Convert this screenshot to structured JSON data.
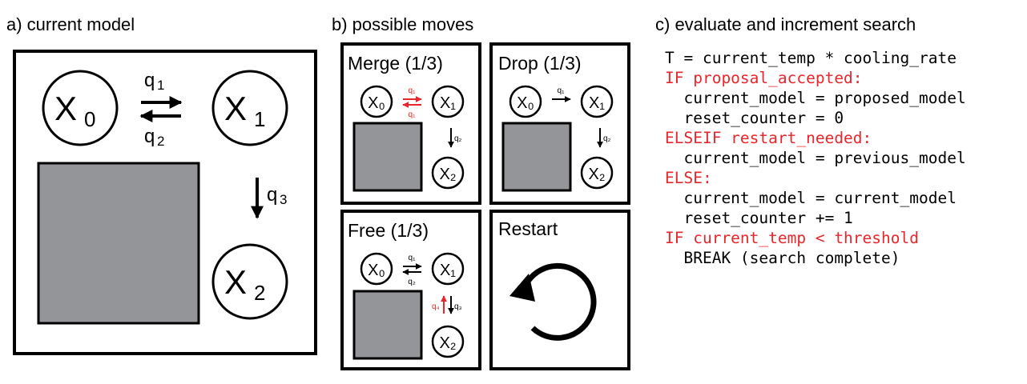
{
  "panels": {
    "a": {
      "title": "a) current model",
      "nodes": [
        {
          "label": "X",
          "sub": "0"
        },
        {
          "label": "X",
          "sub": "1"
        },
        {
          "label": "X",
          "sub": "2"
        }
      ],
      "rates": {
        "q1": "q",
        "q1s": "1",
        "q2": "q",
        "q2s": "2",
        "q3": "q",
        "q3s": "3"
      }
    },
    "b": {
      "title": "b) possible moves",
      "moves": [
        {
          "title": "Merge (1/3)",
          "r1": "q₁",
          "r2": "q₁",
          "r3": "q₂"
        },
        {
          "title": "Drop (1/3)",
          "r1": "q₁",
          "r3": "q₂"
        },
        {
          "title": "Free (1/3)",
          "r1": "q₁",
          "r2": "q₂",
          "r3": "q₃",
          "r4": "q₄"
        },
        {
          "title": "Restart"
        }
      ],
      "node_labels": {
        "x0": "X₀",
        "x1": "X₁",
        "x2": "X₂"
      }
    },
    "c": {
      "title": "c) evaluate and increment search",
      "lines": [
        {
          "text": "T = current_temp * cooling_rate",
          "kw": false
        },
        {
          "text": "IF proposal_accepted:",
          "kw": true
        },
        {
          "text": "  current_model = proposed_model",
          "kw": false
        },
        {
          "text": "  reset_counter = 0",
          "kw": false
        },
        {
          "text": "ELSEIF restart_needed:",
          "kw": true
        },
        {
          "text": "  current_model = previous_model",
          "kw": false
        },
        {
          "text": "ELSE:",
          "kw": true
        },
        {
          "text": "  current_model = current_model",
          "kw": false
        },
        {
          "text": "  reset_counter += 1",
          "kw": false
        },
        {
          "text": "IF current_temp < threshold",
          "kw": true
        },
        {
          "text": "  BREAK (search complete)",
          "kw": false
        }
      ]
    }
  },
  "colors": {
    "accent": "#e8262b",
    "gray_box": "#939598",
    "ink": "#000000"
  }
}
